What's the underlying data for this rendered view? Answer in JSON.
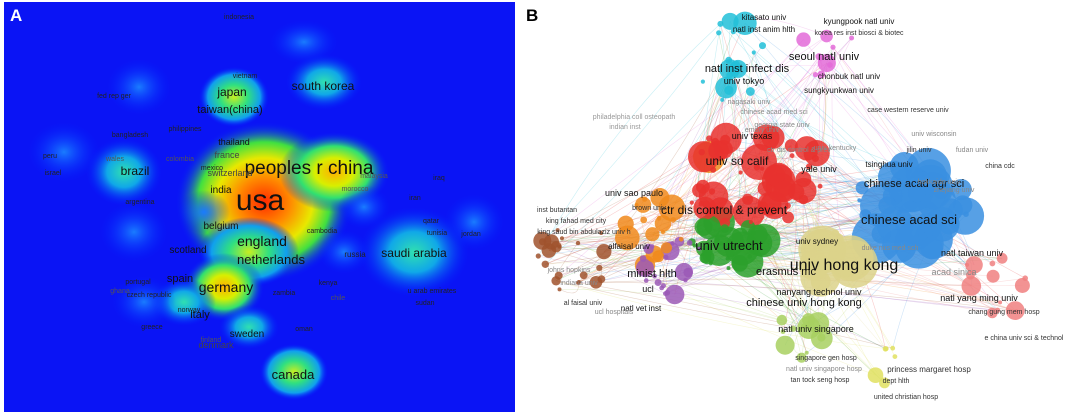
{
  "panel_a": {
    "label": "A",
    "labels": [
      {
        "text": "usa",
        "size": 30,
        "color": "#111"
      },
      {
        "text": "peoples r china",
        "size": 19,
        "color": "#111"
      },
      {
        "text": "england",
        "size": 14,
        "color": "#111"
      },
      {
        "text": "netherlands",
        "size": 13,
        "color": "#111"
      },
      {
        "text": "germany",
        "size": 14,
        "color": "#111"
      },
      {
        "text": "canada",
        "size": 13,
        "color": "#111"
      },
      {
        "text": "japan",
        "size": 12,
        "color": "#111"
      },
      {
        "text": "taiwan(china)",
        "size": 11,
        "color": "#111"
      },
      {
        "text": "south korea",
        "size": 12,
        "color": "#111"
      },
      {
        "text": "saudi arabia",
        "size": 12,
        "color": "#111"
      },
      {
        "text": "brazil",
        "size": 12,
        "color": "#111"
      },
      {
        "text": "spain",
        "size": 11,
        "color": "#111"
      },
      {
        "text": "italy",
        "size": 11,
        "color": "#111"
      },
      {
        "text": "scotland",
        "size": 10,
        "color": "#111"
      },
      {
        "text": "belgium",
        "size": 10,
        "color": "#111"
      },
      {
        "text": "india",
        "size": 10,
        "color": "#111"
      },
      {
        "text": "sweden",
        "size": 10,
        "color": "#111"
      },
      {
        "text": "thailand",
        "size": 9,
        "color": "#111"
      },
      {
        "text": "france",
        "size": 9,
        "color": "#444"
      },
      {
        "text": "switzerland",
        "size": 9,
        "color": "#444"
      },
      {
        "text": "denmark",
        "size": 9,
        "color": "#444"
      },
      {
        "text": "indonesia",
        "size": 7,
        "color": "#222"
      },
      {
        "text": "vietnam",
        "size": 7,
        "color": "#222"
      },
      {
        "text": "fed rep ger",
        "size": 7,
        "color": "#222"
      },
      {
        "text": "bangladesh",
        "size": 7,
        "color": "#222"
      },
      {
        "text": "philippines",
        "size": 7,
        "color": "#222"
      },
      {
        "text": "peru",
        "size": 7,
        "color": "#222"
      },
      {
        "text": "israel",
        "size": 7,
        "color": "#222"
      },
      {
        "text": "wales",
        "size": 7,
        "color": "#555"
      },
      {
        "text": "colombia",
        "size": 7,
        "color": "#555"
      },
      {
        "text": "mexico",
        "size": 7,
        "color": "#222"
      },
      {
        "text": "argentina",
        "size": 7,
        "color": "#222"
      },
      {
        "text": "malaysia",
        "size": 7,
        "color": "#555"
      },
      {
        "text": "morocco",
        "size": 7,
        "color": "#555"
      },
      {
        "text": "iran",
        "size": 7,
        "color": "#222"
      },
      {
        "text": "iraq",
        "size": 7,
        "color": "#222"
      },
      {
        "text": "qatar",
        "size": 7,
        "color": "#222"
      },
      {
        "text": "tunisia",
        "size": 7,
        "color": "#222"
      },
      {
        "text": "jordan",
        "size": 7,
        "color": "#222"
      },
      {
        "text": "cambodia",
        "size": 7,
        "color": "#222"
      },
      {
        "text": "russia",
        "size": 8,
        "color": "#222"
      },
      {
        "text": "kenya",
        "size": 7,
        "color": "#222"
      },
      {
        "text": "chile",
        "size": 7,
        "color": "#555"
      },
      {
        "text": "u arab emirates",
        "size": 7,
        "color": "#222"
      },
      {
        "text": "sudan",
        "size": 7,
        "color": "#222"
      },
      {
        "text": "portugal",
        "size": 7,
        "color": "#222"
      },
      {
        "text": "czech republic",
        "size": 7,
        "color": "#222"
      },
      {
        "text": "ghana",
        "size": 7,
        "color": "#555"
      },
      {
        "text": "norway",
        "size": 7,
        "color": "#222"
      },
      {
        "text": "greece",
        "size": 7,
        "color": "#222"
      },
      {
        "text": "finland",
        "size": 7,
        "color": "#555"
      },
      {
        "text": "zambia",
        "size": 7,
        "color": "#222"
      },
      {
        "text": "oman",
        "size": 7,
        "color": "#222"
      }
    ]
  },
  "panel_b": {
    "label": "B",
    "labels": [
      {
        "text": "univ hong kong",
        "size": 16,
        "color": "#111"
      },
      {
        "text": "chinese acad sci",
        "size": 13,
        "color": "#111"
      },
      {
        "text": "univ utrecht",
        "size": 13,
        "color": "#111"
      },
      {
        "text": "ctr dis control & prevent",
        "size": 12,
        "color": "#111"
      },
      {
        "text": "univ so calif",
        "size": 12,
        "color": "#111"
      },
      {
        "text": "chinese acad agr sci",
        "size": 11,
        "color": "#111"
      },
      {
        "text": "chinese univ hong kong",
        "size": 11,
        "color": "#111"
      },
      {
        "text": "natl inst infect dis",
        "size": 11,
        "color": "#111"
      },
      {
        "text": "seoul natl univ",
        "size": 11,
        "color": "#111"
      },
      {
        "text": "erasmus mc",
        "size": 11,
        "color": "#111"
      },
      {
        "text": "minist hlth",
        "size": 11,
        "color": "#111"
      },
      {
        "text": "natl taiwan univ",
        "size": 9,
        "color": "#111"
      },
      {
        "text": "acad sinica",
        "size": 9,
        "color": "#888"
      },
      {
        "text": "natl yang ming univ",
        "size": 9,
        "color": "#111"
      },
      {
        "text": "chang gung mem hosp",
        "size": 7,
        "color": "#333"
      },
      {
        "text": "e china univ sci & technol",
        "size": 7,
        "color": "#333"
      },
      {
        "text": "natl univ singapore",
        "size": 9,
        "color": "#111"
      },
      {
        "text": "nanyang technol univ",
        "size": 9,
        "color": "#111"
      },
      {
        "text": "singapore gen hosp",
        "size": 7,
        "color": "#333"
      },
      {
        "text": "natl univ singapore hosp",
        "size": 7,
        "color": "#888"
      },
      {
        "text": "tan tock seng hosp",
        "size": 7,
        "color": "#333"
      },
      {
        "text": "princess margaret hosp",
        "size": 8,
        "color": "#333"
      },
      {
        "text": "dept hlth",
        "size": 7,
        "color": "#333"
      },
      {
        "text": "united christian hosp",
        "size": 7,
        "color": "#333"
      },
      {
        "text": "univ sydney",
        "size": 8,
        "color": "#111"
      },
      {
        "text": "duke nus med sch",
        "size": 7,
        "color": "#888"
      },
      {
        "text": "univ sao paulo",
        "size": 9,
        "color": "#111"
      },
      {
        "text": "brown univ",
        "size": 7,
        "color": "#333"
      },
      {
        "text": "inst butantan",
        "size": 7,
        "color": "#333"
      },
      {
        "text": "king fahad med city",
        "size": 7,
        "color": "#333"
      },
      {
        "text": "king saud bin abdulaziz univ h",
        "size": 7,
        "color": "#333"
      },
      {
        "text": "alfaisal univ",
        "size": 8,
        "color": "#111"
      },
      {
        "text": "al faisal univ",
        "size": 7,
        "color": "#333"
      },
      {
        "text": "johns hopkins",
        "size": 7,
        "color": "#888"
      },
      {
        "text": "indiana univ",
        "size": 7,
        "color": "#888"
      },
      {
        "text": "ucl",
        "size": 9,
        "color": "#111"
      },
      {
        "text": "natl vet inst",
        "size": 8,
        "color": "#111"
      },
      {
        "text": "ucl hospitals",
        "size": 7,
        "color": "#888"
      },
      {
        "text": "univ texas",
        "size": 9,
        "color": "#111"
      },
      {
        "text": "yale univ",
        "size": 9,
        "color": "#111"
      },
      {
        "text": "tsinghua univ",
        "size": 8,
        "color": "#111"
      },
      {
        "text": "jilin univ",
        "size": 7,
        "color": "#333"
      },
      {
        "text": "china cdc",
        "size": 7,
        "color": "#333"
      },
      {
        "text": "kitasato univ",
        "size": 8,
        "color": "#111"
      },
      {
        "text": "natl inst anim hlth",
        "size": 8,
        "color": "#111"
      },
      {
        "text": "univ tokyo",
        "size": 9,
        "color": "#111"
      },
      {
        "text": "nagasaki univ",
        "size": 7,
        "color": "#888"
      },
      {
        "text": "kyungpook natl univ",
        "size": 8,
        "color": "#111"
      },
      {
        "text": "korea res inst biosci & biotec",
        "size": 7,
        "color": "#333"
      },
      {
        "text": "chonbuk natl univ",
        "size": 8,
        "color": "#111"
      },
      {
        "text": "sungkyunkwan univ",
        "size": 8,
        "color": "#111"
      },
      {
        "text": "case western reserve univ",
        "size": 7,
        "color": "#333"
      },
      {
        "text": "philadelphia coll osteopath",
        "size": 7,
        "color": "#999"
      },
      {
        "text": "indian inst",
        "size": 7,
        "color": "#999"
      },
      {
        "text": "georgia state univ",
        "size": 7,
        "color": "#888"
      },
      {
        "text": "emory univ",
        "size": 7,
        "color": "#888"
      },
      {
        "text": "univ kentucky",
        "size": 7,
        "color": "#888"
      },
      {
        "text": "univ wisconsin",
        "size": 7,
        "color": "#888"
      },
      {
        "text": "chinese acad med sci",
        "size": 7,
        "color": "#888"
      },
      {
        "text": "hokkaido univ",
        "size": 7,
        "color": "#888"
      },
      {
        "text": "zhejiang univ",
        "size": 7,
        "color": "#888"
      },
      {
        "text": "fudan univ",
        "size": 7,
        "color": "#888"
      },
      {
        "text": "ctr dis control & prev",
        "size": 7,
        "color": "#888"
      }
    ]
  }
}
